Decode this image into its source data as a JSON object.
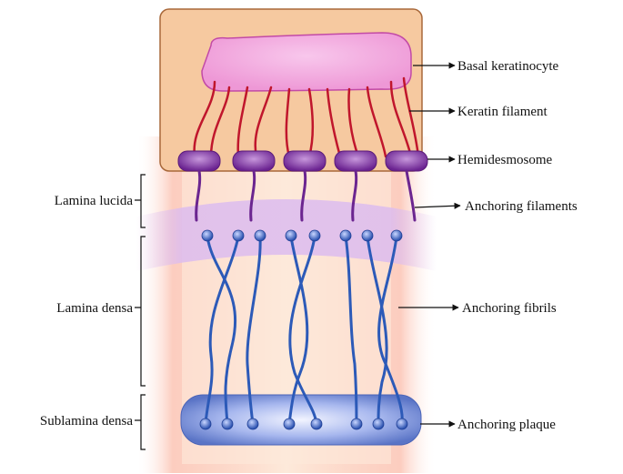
{
  "labels": {
    "basal_keratinocyte": "Basal keratinocyte",
    "keratin_filament": "Keratin filament",
    "hemidesmosome": "Hemidesmosome",
    "anchoring_filaments": "Anchoring filaments",
    "anchoring_fibrils": "Anchoring fibrils",
    "anchoring_plaque": "Anchoring plaque",
    "lamina_lucida": "Lamina lucida",
    "lamina_densa": "Lamina densa",
    "sublamina_densa": "Sublamina densa"
  },
  "colors": {
    "cell_fill": "#f6c9a0",
    "cell_border": "#a8683a",
    "nucleus": "#f2a6dd",
    "keratin": "#c0162c",
    "hemidesmosome": "#7a2c9a",
    "fibril": "#2c5ab8",
    "plaque": "#6b86d4"
  }
}
